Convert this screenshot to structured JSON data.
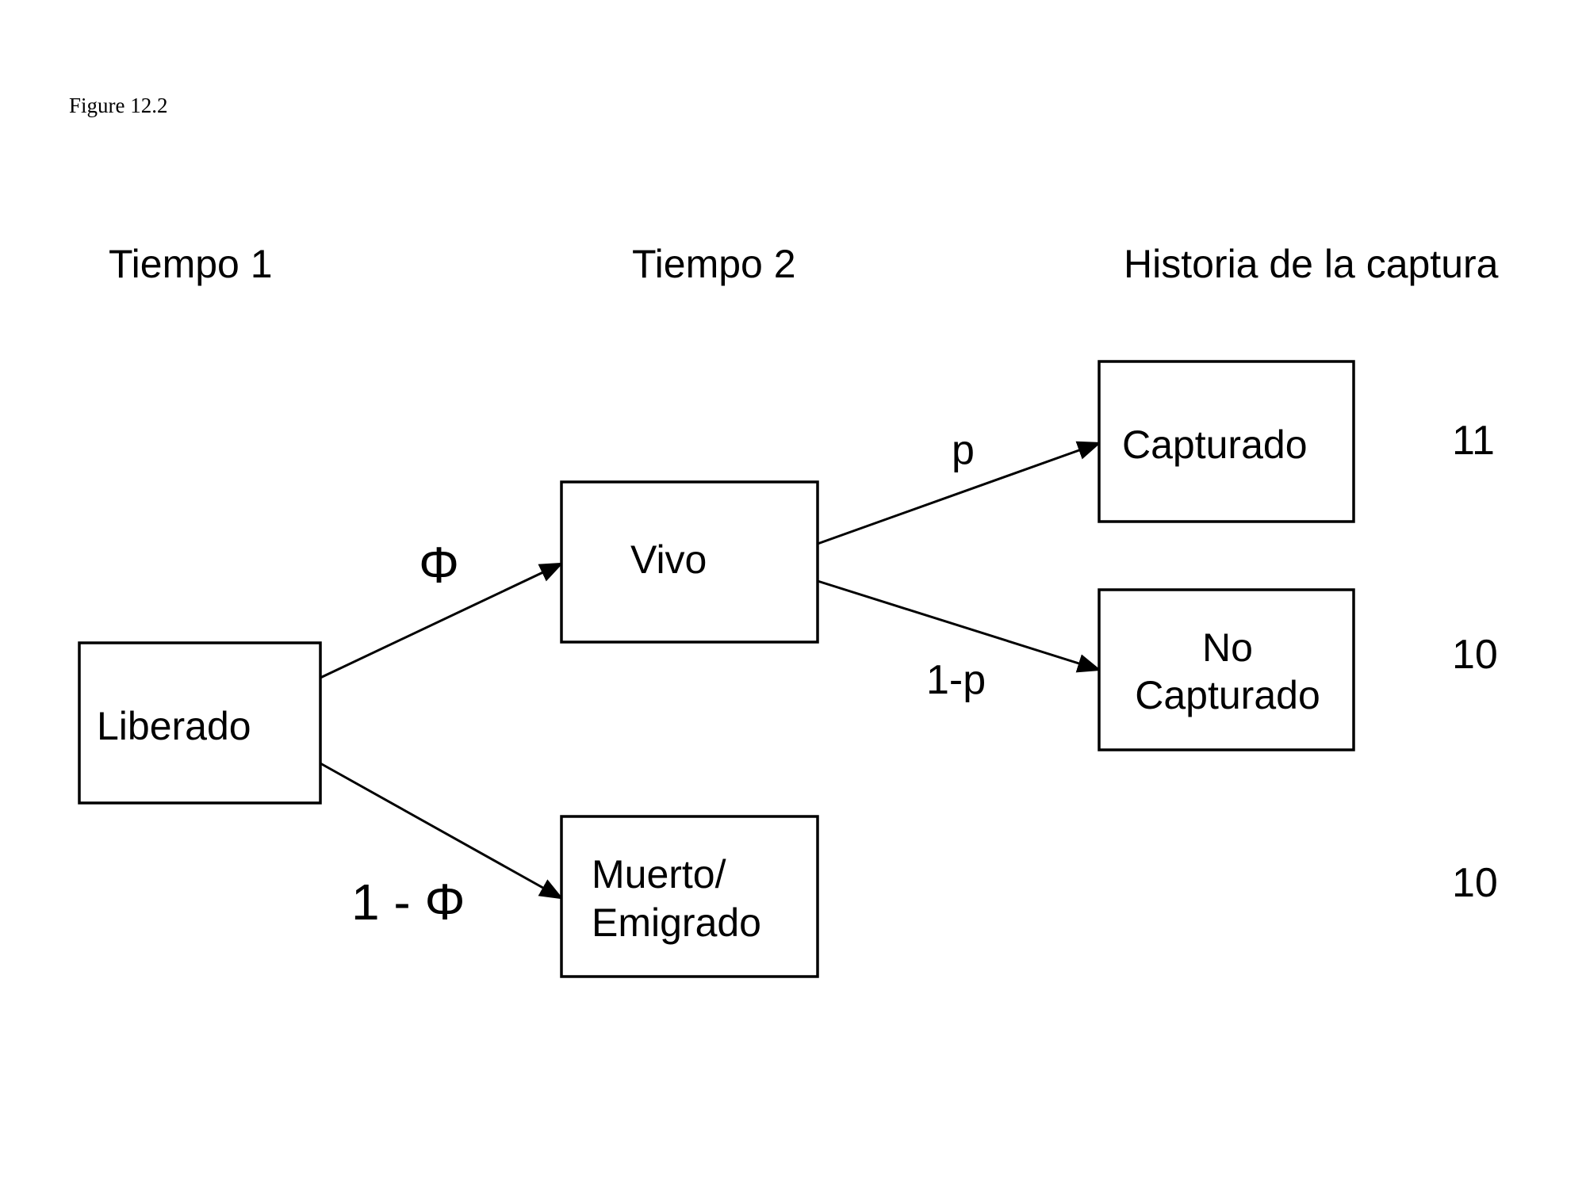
{
  "figure_label": "Figure 12.2",
  "headings": {
    "time1": "Tiempo 1",
    "time2": "Tiempo 2",
    "history": "Historia de la captura"
  },
  "nodes": {
    "released": {
      "lines": [
        "Liberado"
      ]
    },
    "alive": {
      "lines": [
        "Vivo"
      ]
    },
    "dead": {
      "lines": [
        "Muerto/",
        "Emigrado"
      ]
    },
    "captured": {
      "lines": [
        "Capturado"
      ]
    },
    "not_captured": {
      "lines": [
        "No",
        "Capturado"
      ]
    }
  },
  "edges": {
    "survive": "Φ",
    "die": "1 - Φ",
    "capture": "p",
    "no_capture": "1-p"
  },
  "histories": {
    "captured": "11",
    "not_captured": "10",
    "dead": "10"
  }
}
